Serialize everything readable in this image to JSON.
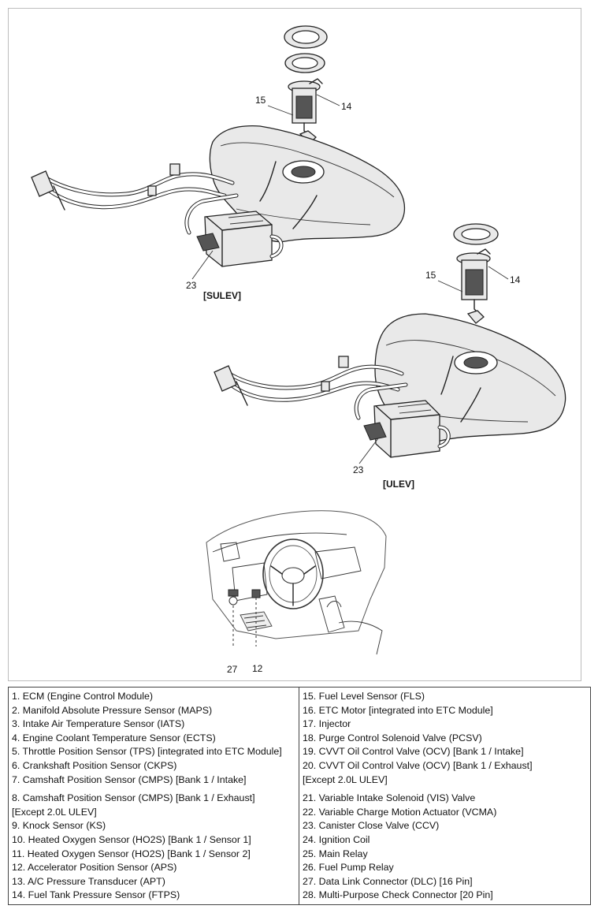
{
  "callouts": {
    "sulev_15": "15",
    "sulev_14": "14",
    "sulev_23": "23",
    "ulev_15": "15",
    "ulev_14": "14",
    "ulev_23": "23",
    "dash_27": "27",
    "dash_12": "12"
  },
  "captions": {
    "sulev": "[SULEV]",
    "ulev": "[ULEV]"
  },
  "legend": {
    "left": [
      "1. ECM (Engine Control Module)",
      "2. Manifold Absolute Pressure Sensor (MAPS)",
      "3. Intake Air Temperature Sensor (IATS)",
      "4. Engine Coolant Temperature Sensor (ECTS)",
      "5. Throttle Position Sensor (TPS) [integrated into ETC Module]",
      "6. Crankshaft Position Sensor (CKPS)",
      "7. Camshaft Position Sensor (CMPS) [Bank 1 / Intake]",
      "8. Camshaft Position Sensor (CMPS) [Bank 1 / Exhaust]",
      "[Except 2.0L ULEV]",
      "9. Knock Sensor (KS)",
      "10. Heated Oxygen Sensor (HO2S) [Bank 1 / Sensor 1]",
      "11. Heated Oxygen Sensor (HO2S) [Bank 1 / Sensor 2]",
      "12. Accelerator Position Sensor (APS)",
      "13. A/C Pressure Transducer (APT)",
      "14. Fuel Tank Pressure Sensor (FTPS)"
    ],
    "right": [
      "15. Fuel Level Sensor (FLS)",
      "16. ETC Motor [integrated into ETC Module]",
      "17. Injector",
      "18. Purge Control Solenoid Valve (PCSV)",
      "19. CVVT Oil Control Valve (OCV) [Bank 1 / Intake]",
      "20. CVVT Oil Control Valve (OCV) [Bank 1 / Exhaust]",
      "[Except 2.0L ULEV]",
      "21. Variable Intake Solenoid (VIS) Valve",
      "22. Variable Charge Motion Actuator (VCMA)",
      "23. Canister Close Valve (CCV)",
      "24. Ignition Coil",
      "25. Main Relay",
      "26. Fuel Pump Relay",
      "27. Data Link Connector (DLC) [16 Pin]",
      "28. Multi-Purpose Check Connector [20 Pin]"
    ]
  }
}
